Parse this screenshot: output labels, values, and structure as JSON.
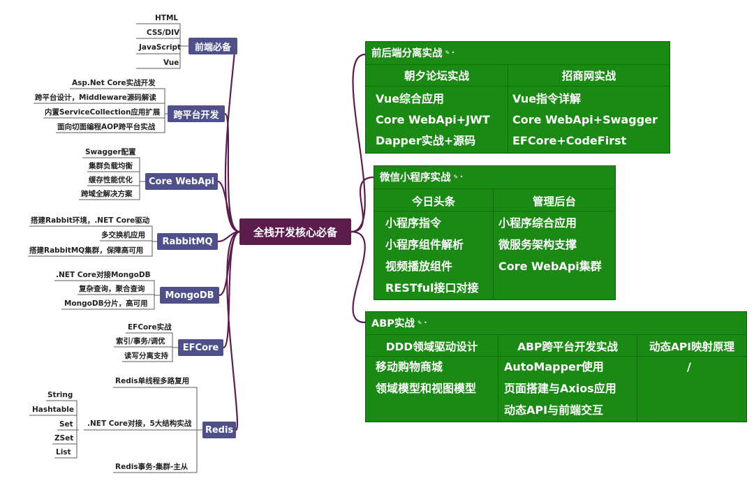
{
  "center": {
    "label": "全栈开发核心必备"
  },
  "topics": [
    {
      "label": "前端必备",
      "items": [
        "HTML",
        "CSS/DIV",
        "JavaScript",
        "Vue"
      ]
    },
    {
      "label": "跨平台开发",
      "items": [
        "Asp.Net Core实战开发",
        "跨平台设计，Middleware源码解读",
        "内置ServiceCollection应用扩展",
        "面向切面编程AOP跨平台实战"
      ]
    },
    {
      "label": "Core WebApi",
      "items": [
        "Swagger配置",
        "集群负载均衡",
        "缓存性能优化",
        "跨域全解决方案"
      ]
    },
    {
      "label": "RabbitMQ",
      "items": [
        "搭建Rabbit环境，.NET Core驱动",
        "多交换机应用",
        "搭建RabbitMQ集群，保障高可用"
      ]
    },
    {
      "label": "MongoDB",
      "items": [
        ".NET Core对接MongoDB",
        "复杂查询，聚合查询",
        "MongoDB分片，高可用"
      ]
    },
    {
      "label": "EFCore",
      "items": [
        "EFCore实战",
        "索引/事务/调优",
        "读写分离支持"
      ]
    },
    {
      "label": "Redis",
      "items": [
        "Redis单线程多路复用",
        ".NET Core对接，5大结构实战",
        "Redis事务-集群-主从"
      ],
      "sub_items": [
        "String",
        "Hashtable",
        "Set",
        "ZSet",
        "List"
      ]
    }
  ],
  "panels": [
    {
      "title": "前后端分离实战",
      "columns": [
        {
          "header": "朝夕论坛实战",
          "items": [
            "Vue综合应用",
            "Core WebApi+JWT",
            "Dapper实战+源码"
          ]
        },
        {
          "header": "招商网实战",
          "items": [
            "Vue指令详解",
            "Core WebApi+Swagger",
            "EFCore+CodeFirst"
          ]
        }
      ]
    },
    {
      "title": "微信小程序实战",
      "columns": [
        {
          "header": "今日头条",
          "items": [
            "小程序指令",
            "小程序组件解析",
            "视频播放组件",
            "RESTful接口对接"
          ]
        },
        {
          "header": "管理后台",
          "items": [
            "小程序综合应用",
            "微服务架构支撑",
            "Core WebApi集群"
          ]
        }
      ]
    },
    {
      "title": "ABP实战",
      "columns": [
        {
          "header": "DDD领域驱动设计",
          "items": [
            "移动购物商城",
            "领域模型和视图模型"
          ]
        },
        {
          "header": "ABP跨平台开发实战",
          "items": [
            "AutoMapper使用",
            "页面搭建与Axios应用",
            "动态API与前端交互"
          ]
        },
        {
          "header": "动态API映射原理",
          "items": [
            "/"
          ]
        }
      ]
    }
  ],
  "colors": {
    "center": "#5c1d4d",
    "topic": "#4f5089",
    "panel": "#1b8a15",
    "branch": "#5c1d4d"
  }
}
